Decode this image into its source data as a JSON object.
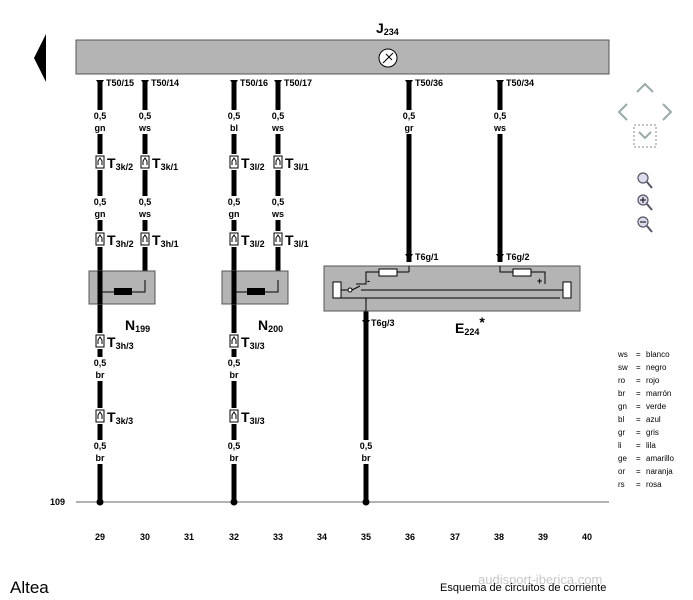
{
  "module": {
    "name": "J",
    "sub": "234"
  },
  "top_pins": [
    {
      "pin": "T50/15",
      "gauge": "0,5",
      "color": "gn"
    },
    {
      "pin": "T50/14",
      "gauge": "0,5",
      "color": "ws"
    },
    {
      "pin": "T50/16",
      "gauge": "0,5",
      "color": "bl"
    },
    {
      "pin": "T50/17",
      "gauge": "0,5",
      "color": "ws"
    },
    {
      "pin": "T50/36",
      "gauge": "0,5",
      "color": "gr"
    },
    {
      "pin": "T50/34",
      "gauge": "0,5",
      "color": "ws"
    }
  ],
  "connectors_row1": [
    {
      "main": "T",
      "sub": "3k/2"
    },
    {
      "main": "T",
      "sub": "3k/1"
    },
    {
      "main": "T",
      "sub": "3l/2"
    },
    {
      "main": "T",
      "sub": "3l/1"
    }
  ],
  "mid_wires": [
    {
      "gauge": "0,5",
      "color": "gn"
    },
    {
      "gauge": "0,5",
      "color": "ws"
    },
    {
      "gauge": "0,5",
      "color": "gn"
    },
    {
      "gauge": "0,5",
      "color": "ws"
    }
  ],
  "connectors_row2": [
    {
      "main": "T",
      "sub": "3h/2"
    },
    {
      "main": "T",
      "sub": "3h/1"
    },
    {
      "main": "T",
      "sub": "3l/2"
    },
    {
      "main": "T",
      "sub": "3l/1"
    }
  ],
  "components": {
    "n199": {
      "name": "N",
      "sub": "199"
    },
    "n200": {
      "name": "N",
      "sub": "200"
    },
    "e224": {
      "name": "E",
      "sub": "224",
      "mark": "*"
    }
  },
  "e224_pins": {
    "in1": "T6g/1",
    "in2": "T6g/2",
    "out": "T6g/3",
    "minus": "-",
    "plus": "+"
  },
  "lower_connectors": [
    {
      "main": "T",
      "sub": "3h/3"
    },
    {
      "main": "T",
      "sub": "3l/3"
    },
    {
      "main": "T",
      "sub": "3k/3"
    },
    {
      "main": "T",
      "sub": "3l/3"
    }
  ],
  "lower_wires": [
    {
      "gauge": "0,5",
      "color": "br"
    },
    {
      "gauge": "0,5",
      "color": "br"
    },
    {
      "gauge": "0,5",
      "color": "br"
    },
    {
      "gauge": "0,5",
      "color": "br"
    },
    {
      "gauge": "0,5",
      "color": "br"
    }
  ],
  "ground_line": "109",
  "columns": [
    "29",
    "30",
    "31",
    "32",
    "33",
    "34",
    "35",
    "36",
    "37",
    "38",
    "39",
    "40"
  ],
  "legend": [
    {
      "code": "ws",
      "name": "blanco"
    },
    {
      "code": "sw",
      "name": "negro"
    },
    {
      "code": "ro",
      "name": "rojo"
    },
    {
      "code": "br",
      "name": "marrón"
    },
    {
      "code": "gn",
      "name": "verde"
    },
    {
      "code": "bl",
      "name": "azul"
    },
    {
      "code": "gr",
      "name": "gris"
    },
    {
      "code": "li",
      "name": "lila"
    },
    {
      "code": "ge",
      "name": "amarillo"
    },
    {
      "code": "or",
      "name": "naranja"
    },
    {
      "code": "rs",
      "name": "rosa"
    }
  ],
  "footer": {
    "model": "Altea",
    "title": "Esquema de circuitos de corriente",
    "watermark": "audisport-iberica.com"
  },
  "icons": [
    "back-arrow-icon",
    "pan-up-icon",
    "pan-left-icon",
    "pan-right-icon",
    "pan-down-icon",
    "zoom-search-icon",
    "zoom-in-icon",
    "zoom-out-icon",
    "ground-symbol-icon",
    "connector-icon"
  ]
}
